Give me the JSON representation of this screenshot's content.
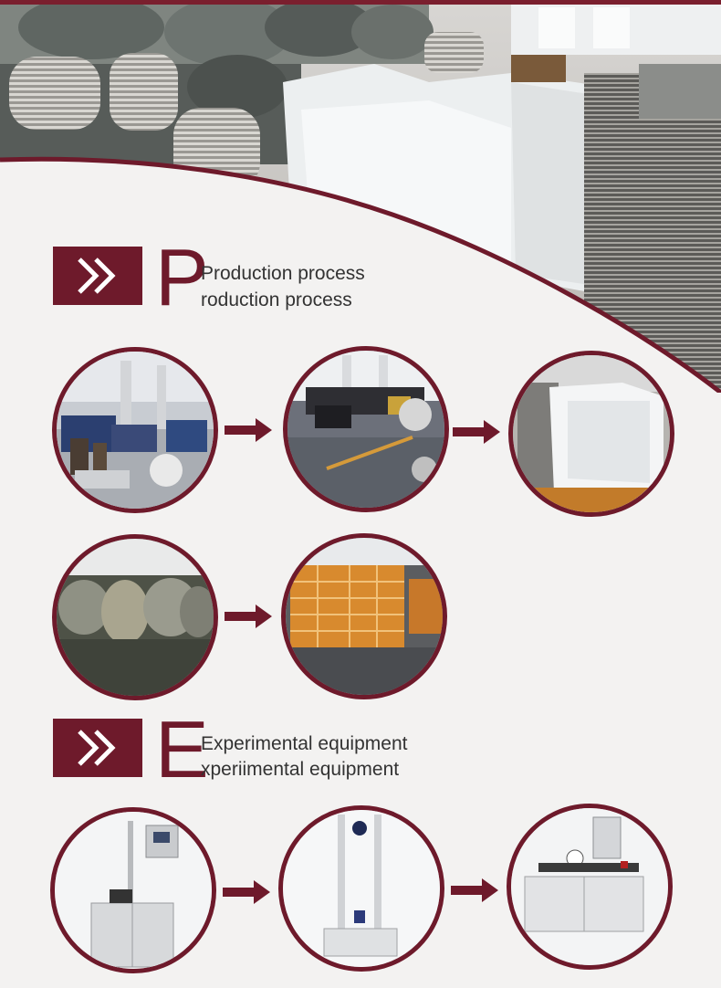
{
  "sections": {
    "production": {
      "letter": "P",
      "line1": "Production process",
      "line2": "roduction process"
    },
    "experimental": {
      "letter": "E",
      "line1": "Experimental equipment",
      "line2": "xperiimental equipment"
    }
  },
  "colors": {
    "accent": "#6e1a2b",
    "background": "#f3f2f1"
  },
  "icons": {
    "section_marker": "double-chevron-icon",
    "flow_arrow": "right-arrow-icon"
  }
}
